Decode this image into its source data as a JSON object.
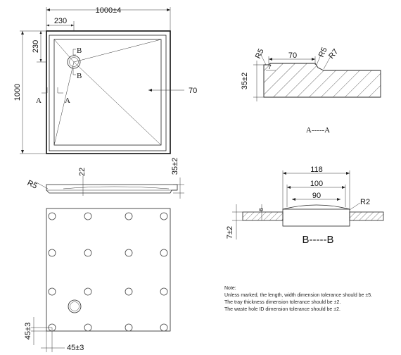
{
  "top_view": {
    "width_dim": "1000±4",
    "offset_x_dim": "230",
    "offset_y_dim": "230",
    "height_dim": "1000",
    "right_dim": "70",
    "waste_label_top": "B",
    "waste_label_bottom": "B",
    "section_a_left": "A",
    "section_a_right": "A"
  },
  "side_view": {
    "radius_dim": "R5",
    "center_dim": "22",
    "height_dim": "35±2"
  },
  "bottom_view": {
    "foot_x_dim": "45±3",
    "foot_y_dim": "45±3"
  },
  "section_a": {
    "r5": "R5",
    "r7": "R7",
    "dim_70": "70",
    "dim_7": "7",
    "height": "35±2",
    "title": "A-----A"
  },
  "section_b": {
    "dim_118": "118",
    "dim_100": "100",
    "dim_90": "90",
    "r2": "R2",
    "dim_6": "6",
    "dim_7": "7±2",
    "title": "B-----B"
  },
  "notes": {
    "heading": "Note:",
    "line1": "Unless marked, the length, width dimension tolerance should be ±5.",
    "line2": "The tray thickness dimension tolerance should be ±2.",
    "line3": "The waste hole ID dimension tolerance should be ±2."
  }
}
